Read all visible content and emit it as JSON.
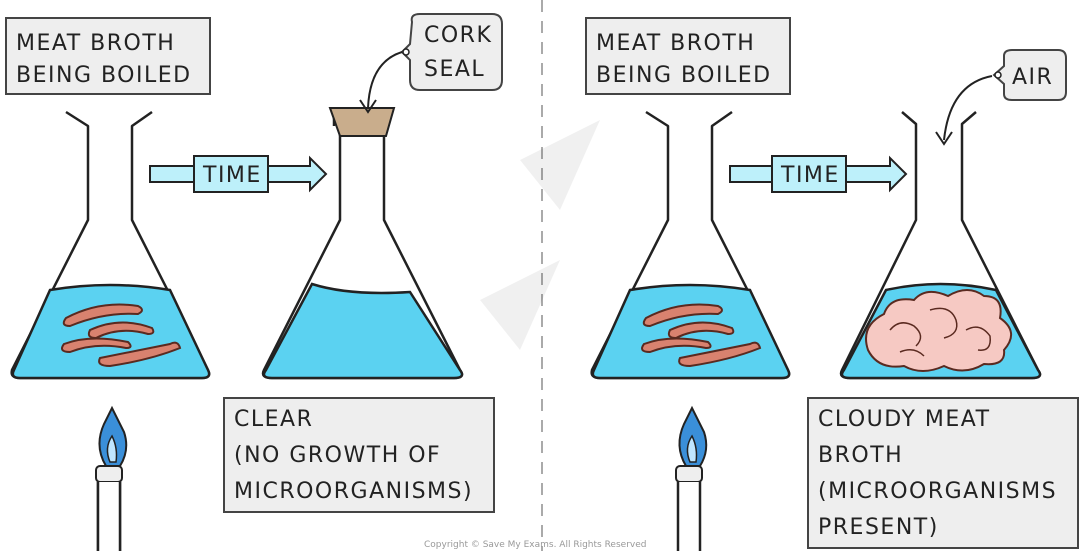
{
  "left": {
    "boil_label": [
      "MEAT BROTH",
      "BEING BOILED"
    ],
    "arrow_label": "TIME",
    "seal_tag": [
      "CORK",
      "SEAL"
    ],
    "result_label": [
      "CLEAR",
      "(NO GROWTH OF",
      "MICROORGANISMS)"
    ]
  },
  "right": {
    "boil_label": [
      "MEAT BROTH",
      "BEING BOILED"
    ],
    "arrow_label": "TIME",
    "air_tag": "AIR",
    "result_label": [
      "CLOUDY MEAT",
      "BROTH",
      "(MICROORGANISMS",
      "PRESENT)"
    ]
  },
  "copyright": "Copyright © Save My Exams. All Rights Reserved",
  "colors": {
    "liquid": "#5bd2f1",
    "meat": "#d9826f",
    "cloudy_growth": "#f6c9c3",
    "cork": "#c9ad8c",
    "arrow_fill": "#bdf0fa",
    "label_box": "#eeeeee",
    "flame": "#3a8fd9"
  }
}
